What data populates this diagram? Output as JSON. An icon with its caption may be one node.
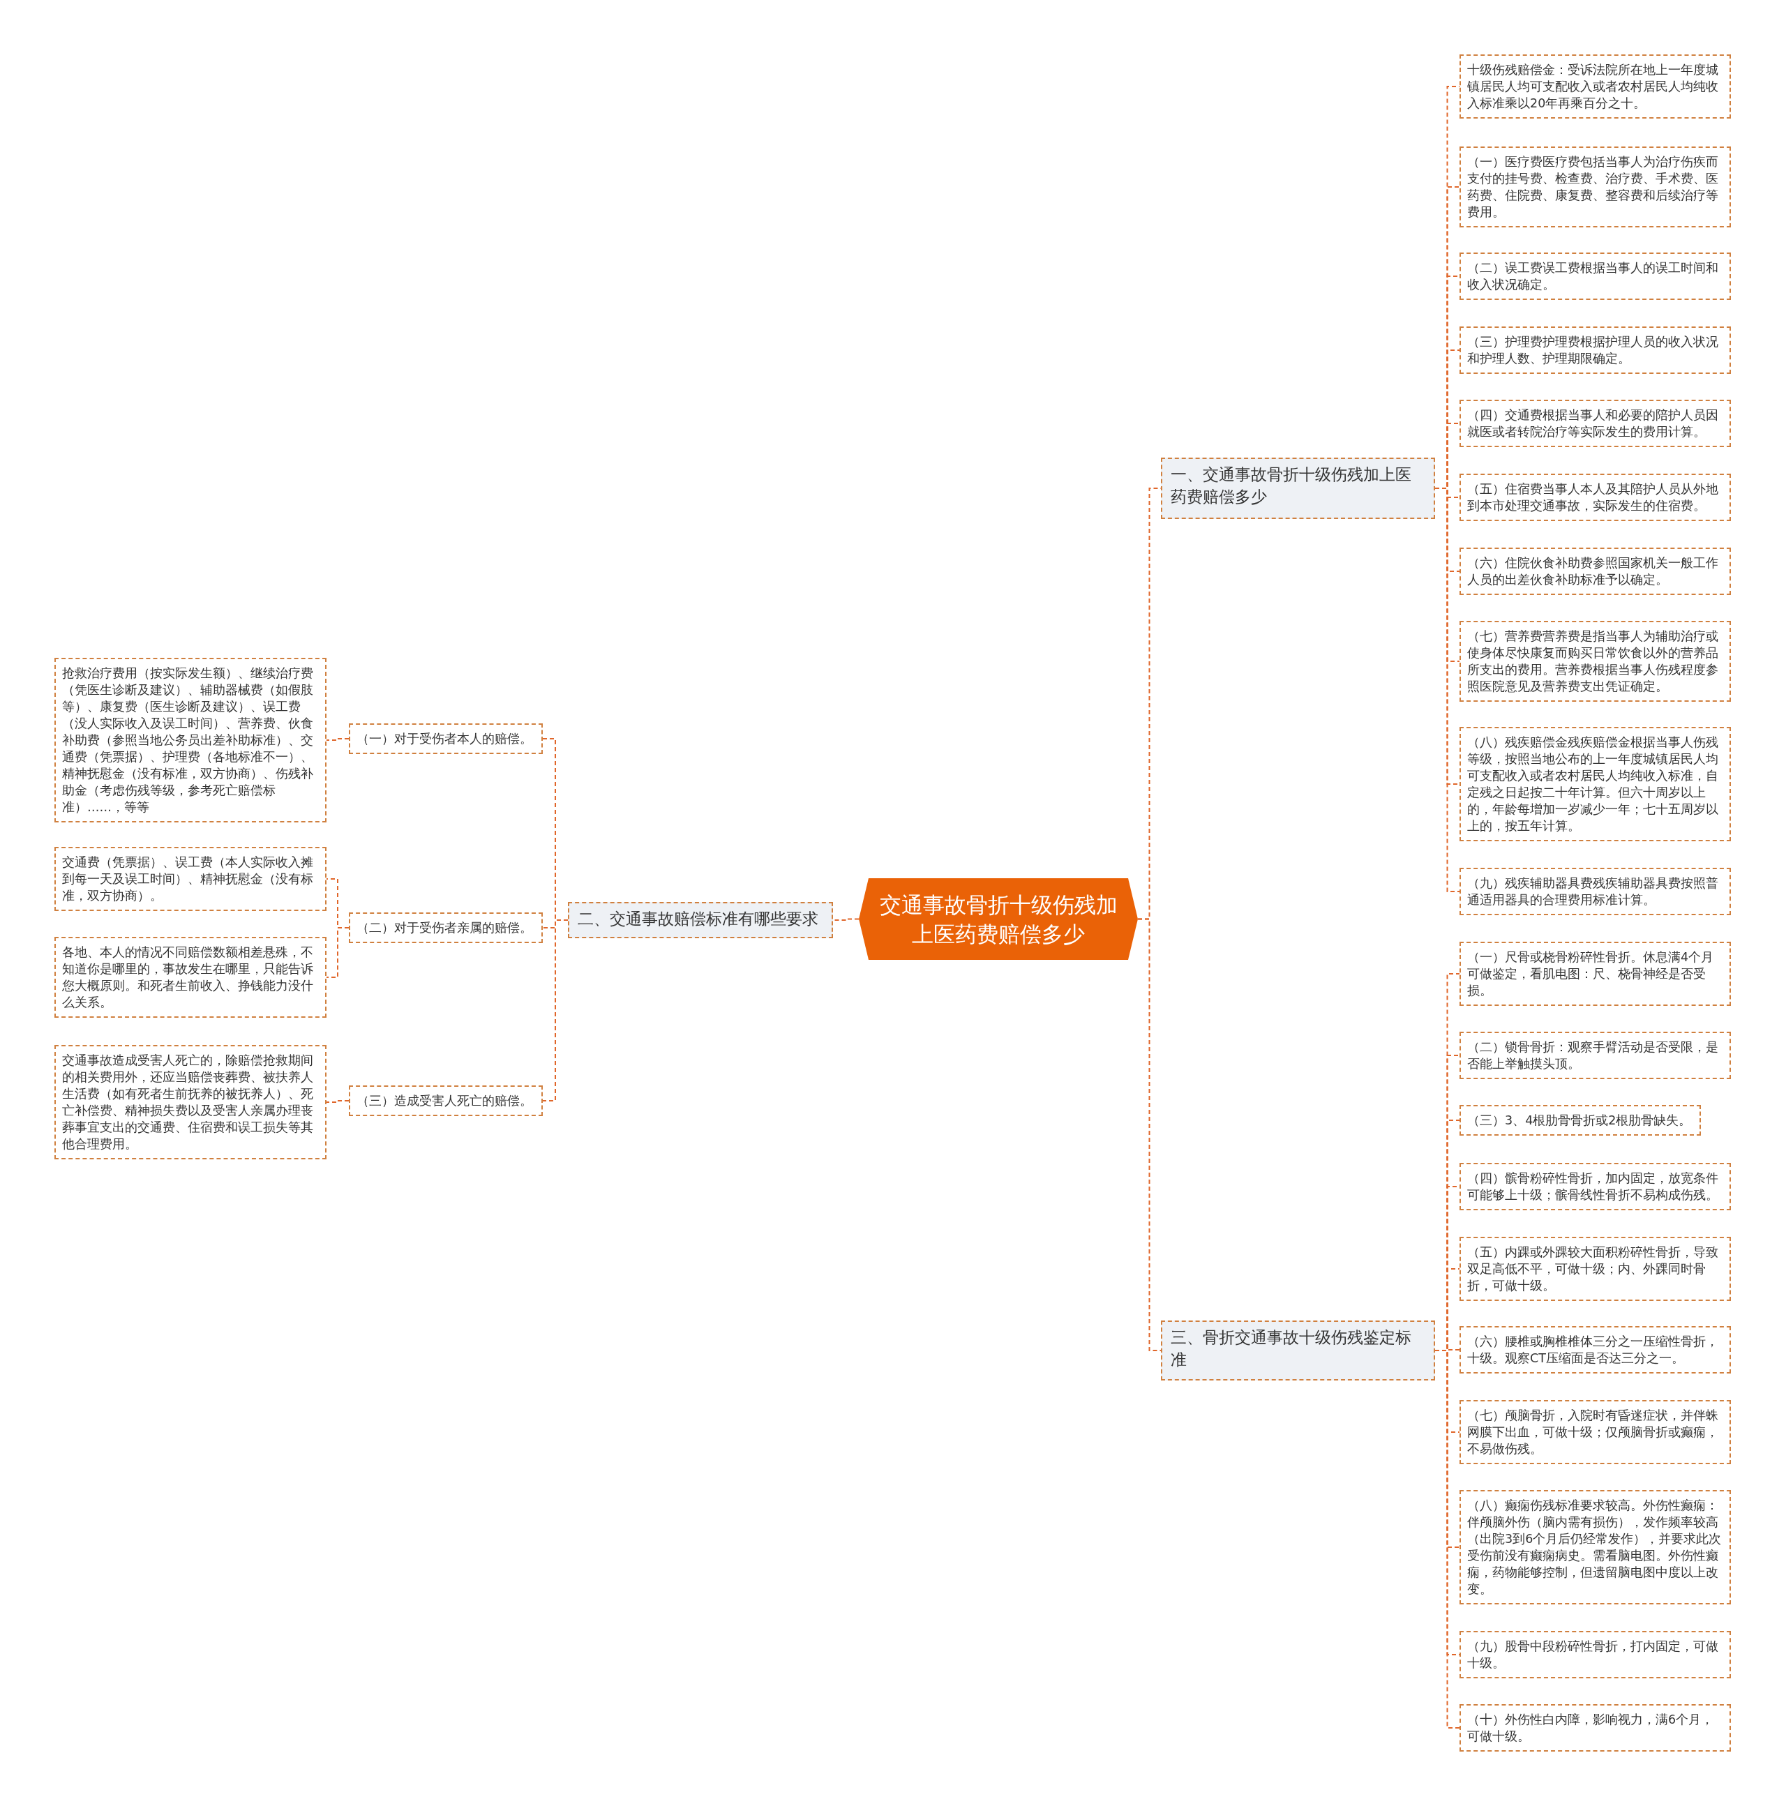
{
  "diagram": {
    "nodes": [
      {
        "text": [
          "交通事故骨折十级伤残加上医药费赔偿多少"
        ]
      },
      {
        "text": [
          "一、交通事故骨折十级伤残加上医药费赔偿多少"
        ]
      },
      {
        "text": [
          "十级伤残赔偿金：受诉法院所在地上一年度城镇居民人均可支配收入或者农村居民人均纯收入标准乘以20年再乘百分之十。"
        ]
      },
      {
        "text": [
          "（一）医疗费医疗费包括当事人为治疗伤疾而支付的挂号费、检查费、治疗费、手术费、医药费、住院费、康复费、整容费和后续治疗等费用。"
        ]
      },
      {
        "text": [
          "（二）误工费误工费根据当事人的误工时间和收入状况确定。"
        ]
      },
      {
        "text": [
          "（三）护理费护理费根据护理人员的收入状况和护理人数、护理期限确定。"
        ]
      },
      {
        "text": [
          "（四）交通费根据当事人和必要的陪护人员因就医或者转院治疗等实际发生的费用计算。"
        ]
      },
      {
        "text": [
          "（五）住宿费当事人本人及其陪护人员从外地到本市处理交通事故，实际发生的住宿费。"
        ]
      },
      {
        "text": [
          "（六）住院伙食补助费参照国家机关一般工作人员的出差伙食补助标准予以确定。"
        ]
      },
      {
        "text": [
          "（七）营养费营养费是指当事人为辅助治疗或使身体尽快康复而购买日常饮食以外的营养品所支出的费用。营养费根据当事人伤残程度参照医院意见及营养费支出凭证确定。"
        ]
      },
      {
        "text": [
          "（八）残疾赔偿金残疾赔偿金根据当事人伤残等级，按照当地公布的上一年度城镇居民人均可支配收入或者农村居民人均纯收入标准，自定残之日起按二十年计算。但六十周岁以上的，年龄每增加一岁减少一年；七十五周岁以上的，按五年计算。"
        ]
      },
      {
        "text": [
          "（九）残疾辅助器具费残疾辅助器具费按照普通适用器具的合理费用标准计算。"
        ]
      },
      {
        "text": [
          "二、交通事故赔偿标准有哪些要求"
        ]
      },
      {
        "text": [
          "（一）对于受伤者本人的赔偿。"
        ]
      },
      {
        "text": [
          "抢救治疗费用（按实际发生额）、继续治疗费（凭医生诊断及建议）、辅助器械费（如假肢等）、康复费（医生诊断及建议）、误工费（没人实际收入及误工时间）、营养费、伙食补助费（参照当地公务员出差补助标准）、交通费（凭票据）、护理费（各地标准不一）、精神抚慰金（没有标准，双方协商）、伤残补助金（考虑伤残等级，参考死亡赔偿标准）……，等等"
        ]
      },
      {
        "text": [
          "（二）对于受伤者亲属的赔偿。"
        ]
      },
      {
        "text": [
          "交通费（凭票据）、误工费（本人实际收入摊到每一天及误工时间）、精神抚慰金（没有标准，双方协商）。"
        ]
      },
      {
        "text": [
          "各地、本人的情况不同赔偿数额相差悬殊，不知道你是哪里的，事故发生在哪里，只能告诉您大概原则。和死者生前收入、挣钱能力没什么关系。"
        ]
      },
      {
        "text": [
          "（三）造成受害人死亡的赔偿。"
        ]
      },
      {
        "text": [
          "交通事故造成受害人死亡的，除赔偿抢救期间的相关费用外，还应当赔偿丧葬费、被扶养人生活费（如有死者生前抚养的被抚养人）、死亡补偿费、精神损失费以及受害人亲属办理丧葬事宜支出的交通费、住宿费和误工损失等其他合理费用。"
        ]
      },
      {
        "text": [
          "三、骨折交通事故十级伤残鉴定标准"
        ]
      },
      {
        "text": [
          "（一）尺骨或桡骨粉碎性骨折。休息满4个月可做鉴定，看肌电图：尺、桡骨神经是否受损。"
        ]
      },
      {
        "text": [
          "（二）锁骨骨折：观察手臂活动是否受限，是否能上举触摸头顶。"
        ]
      },
      {
        "text": [
          "（三）3、4根肋骨骨折或2根肋骨缺失。"
        ]
      },
      {
        "text": [
          "（四）髌骨粉碎性骨折，加内固定，放宽条件可能够上十级；髌骨线性骨折不易构成伤残。"
        ]
      },
      {
        "text": [
          "（五）内踝或外踝较大面积粉碎性骨折，导致双足高低不平，可做十级；内、外踝同时骨折，可做十级。"
        ]
      },
      {
        "text": [
          "（六）腰椎或胸椎椎体三分之一压缩性骨折，十级。观察CT压缩面是否达三分之一。"
        ]
      },
      {
        "text": [
          "（七）颅脑骨折，入院时有昏迷症状，并伴蛛网膜下出血，可做十级；仅颅脑骨折或癫痫，不易做伤残。"
        ]
      },
      {
        "text": [
          "（八）癫痫伤残标准要求较高。外伤性癫痫：伴颅脑外伤（脑内需有损伤），发作频率较高（出院3到6个月后仍经常发作），并要求此次受伤前没有癫痫病史。需看脑电图。外伤性癫痫，药物能够控制，但遗留脑电图中度以上改变。"
        ]
      },
      {
        "text": [
          "（九）股骨中段粉碎性骨折，打内固定，可做十级。"
        ]
      },
      {
        "text": [
          "（十）外伤性白内障，影响视力，满6个月，可做十级。"
        ]
      }
    ],
    "edges": [
      {
        "from": 0,
        "to": 1,
        "arrow": "none"
      },
      {
        "from": 1,
        "to": 2,
        "arrow": "none"
      },
      {
        "from": 1,
        "to": 3,
        "arrow": "none"
      },
      {
        "from": 1,
        "to": 4,
        "arrow": "none"
      },
      {
        "from": 1,
        "to": 5,
        "arrow": "none"
      },
      {
        "from": 1,
        "to": 6,
        "arrow": "none"
      },
      {
        "from": 1,
        "to": 7,
        "arrow": "none"
      },
      {
        "from": 1,
        "to": 8,
        "arrow": "none"
      },
      {
        "from": 1,
        "to": 9,
        "arrow": "none"
      },
      {
        "from": 1,
        "to": 10,
        "arrow": "none"
      },
      {
        "from": 1,
        "to": 11,
        "arrow": "none"
      },
      {
        "from": 0,
        "to": 12,
        "arrow": "none"
      },
      {
        "from": 12,
        "to": 13,
        "arrow": "none"
      },
      {
        "from": 13,
        "to": 14,
        "arrow": "none"
      },
      {
        "from": 12,
        "to": 15,
        "arrow": "none"
      },
      {
        "from": 15,
        "to": 16,
        "arrow": "none"
      },
      {
        "from": 15,
        "to": 17,
        "arrow": "none"
      },
      {
        "from": 12,
        "to": 18,
        "arrow": "none"
      },
      {
        "from": 18,
        "to": 19,
        "arrow": "none"
      },
      {
        "from": 0,
        "to": 20,
        "arrow": "none"
      },
      {
        "from": 20,
        "to": 21,
        "arrow": "none"
      },
      {
        "from": 20,
        "to": 22,
        "arrow": "none"
      },
      {
        "from": 20,
        "to": 23,
        "arrow": "none"
      },
      {
        "from": 20,
        "to": 24,
        "arrow": "none"
      },
      {
        "from": 20,
        "to": 25,
        "arrow": "none"
      },
      {
        "from": 20,
        "to": 26,
        "arrow": "none"
      },
      {
        "from": 20,
        "to": 27,
        "arrow": "none"
      },
      {
        "from": 20,
        "to": 28,
        "arrow": "none"
      },
      {
        "from": 20,
        "to": 29,
        "arrow": "none"
      },
      {
        "from": 20,
        "to": 30,
        "arrow": "none"
      }
    ]
  }
}
